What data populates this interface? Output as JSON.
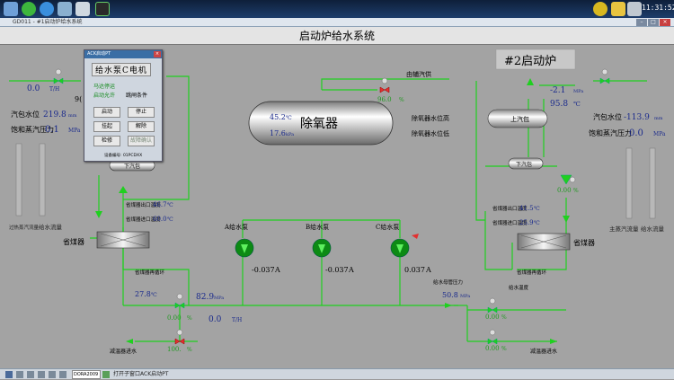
{
  "taskbar_top": {
    "clock": "11:31:52"
  },
  "window": {
    "title": "GD011 - #1启动炉给水系统"
  },
  "main_title": "启动炉给水系统",
  "left_boiler": {
    "flow_top": "0.0",
    "flow_unit": "T/H",
    "drum_level_label": "汽包水位",
    "drum_level_value": "219.8",
    "drum_level_unit": "mm",
    "sat_pressure_label": "饱和蒸汽压力",
    "sat_pressure_value": "0.1",
    "sat_pressure_unit": "MPa",
    "partial_value": "9(",
    "lower_drum_label": "下汽包",
    "bar1_label": "过热蒸汽流量",
    "bar2_label": "给水流量",
    "economizer_label": "省煤器",
    "econ_in_label": "省煤器出口温度",
    "econ_in_value": "46.7",
    "econ_out_label": "省煤器进口温度",
    "econ_out_value": "60.0",
    "temp_unit": "℃",
    "recirc_label": "省煤器再循环",
    "temp_bottom": "27.8",
    "pressure_bottom": "82.9",
    "pressure_bottom_unit": "MPa",
    "valve_pct_1": "0.00",
    "valve_pct_2": "100.",
    "pct_unit": "%",
    "flow_bottom": "0.0",
    "flow_bottom_unit": "T/H",
    "drain_label": "减温器进水"
  },
  "deaerator": {
    "name": "除氧器",
    "temp": "45.2",
    "temp_unit": "℃",
    "pressure": "17.6",
    "pressure_unit": "kPa",
    "steam_label": "由辅汽供",
    "steam_valve_pct": "96.0",
    "pct_unit": "%",
    "level_high": "除氧器水位高",
    "level_low": "除氧器水位低"
  },
  "pumps": [
    {
      "name": "A给水泵",
      "current": "-0.037",
      "unit": "A"
    },
    {
      "name": "B给水泵",
      "current": "-0.037",
      "unit": "A"
    },
    {
      "name": "C给水泵",
      "current": "0.037",
      "unit": "A"
    }
  ],
  "right_boiler": {
    "title": "#2启动炉",
    "pressure_top": "-2.1",
    "pressure_top_unit": "MPa",
    "temp_top": "95.8",
    "temp_unit": "℃",
    "upper_drum_label": "上汽包",
    "lower_drum_label": "下汽包",
    "drum_level_label": "汽包水位",
    "drum_level_value": "-113.9",
    "drum_level_unit": "mm",
    "sat_pressure_label": "饱和蒸汽压力",
    "sat_pressure_value": "0.0",
    "sat_pressure_unit": "MPa",
    "econ_out_label": "省煤器出口温度",
    "econ_out_value": "41.5",
    "econ_in_label": "省煤器进口温度",
    "econ_in_value": "25.9",
    "economizer_label": "省煤器",
    "bar1_label": "主蒸汽流量",
    "bar2_label": "给水流量",
    "recirc_label": "省煤器再循环",
    "header_pressure_label": "给水母管压力",
    "header_pressure_value": "50.8",
    "header_pressure_unit": "MPa",
    "feed_temp_label": "给水温度",
    "valve_pct_1": "0.00",
    "valve_pct_2": "0.00",
    "valve_pct_3": "0.00",
    "pct_unit": "%",
    "drain_label": "减温器进水"
  },
  "dialog": {
    "title": "ACK启动PT",
    "close": "×",
    "header": "给水泵C电机",
    "status_left": "马达停运",
    "status_left2": "启动允许",
    "status_right": "跳闸条件",
    "btn_start": "启动",
    "btn_stop": "停止",
    "btn_hang": "挂起",
    "btn_release": "解除",
    "btn_repair": "检修",
    "btn_bypass": "故障确认",
    "footer": "设备编号: 01PCDXX"
  },
  "taskbar": {
    "input_value": "DORA2009",
    "message": "打开子窗口ACK启动PT"
  },
  "colors": {
    "pipe": "#1fd01f",
    "pump": "#0d8a14",
    "valve_alarm": "#e23030",
    "value_text": "#1a2a8c"
  }
}
